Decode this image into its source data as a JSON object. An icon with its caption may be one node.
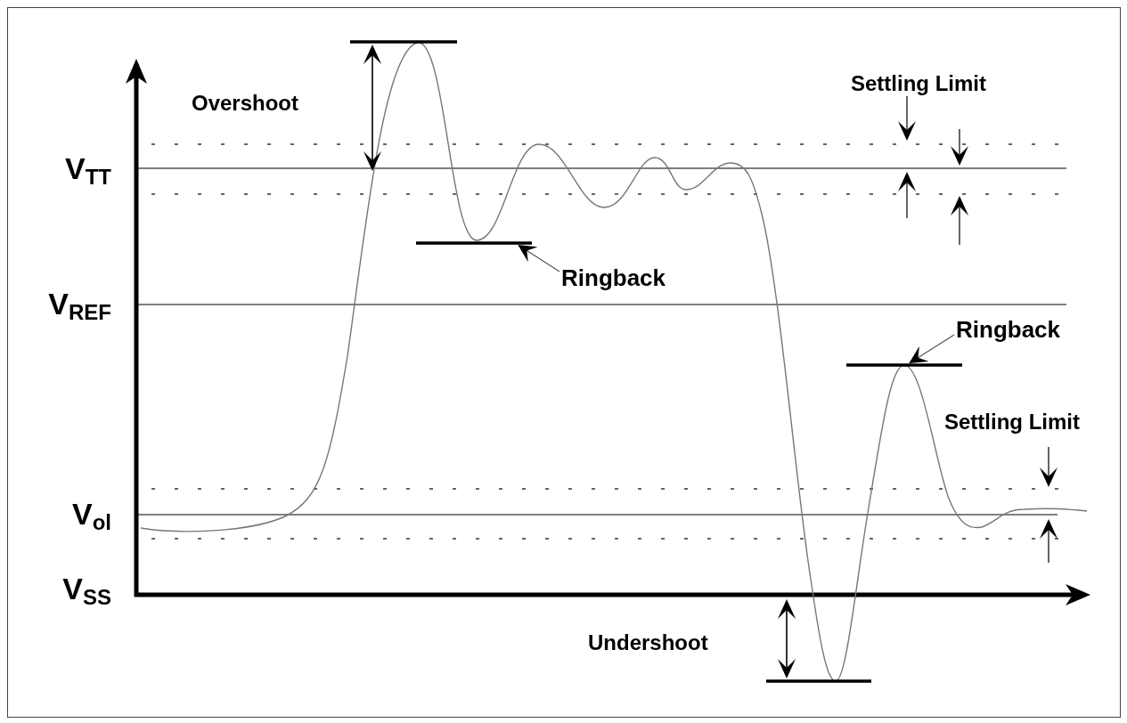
{
  "diagram": {
    "nodes": [
      {
        "text": [
          "Ringback"
        ]
      },
      {
        "text": [],
        "shape": "bar"
      },
      {
        "text": [
          "Ringback"
        ]
      },
      {
        "text": [],
        "shape": "bar"
      }
    ],
    "edges": [
      {
        "from": 0,
        "to": 1,
        "arrow": "to"
      },
      {
        "from": 2,
        "to": 3,
        "arrow": "to"
      }
    ],
    "labels": [
      "Settling Limit",
      "Overshoot",
      "V$_{TT}$",
      "V$_{REF}$",
      "Settling Limit",
      "V$_{ol}$",
      "V$_{SS}$",
      "Undershoot"
    ]
  }
}
